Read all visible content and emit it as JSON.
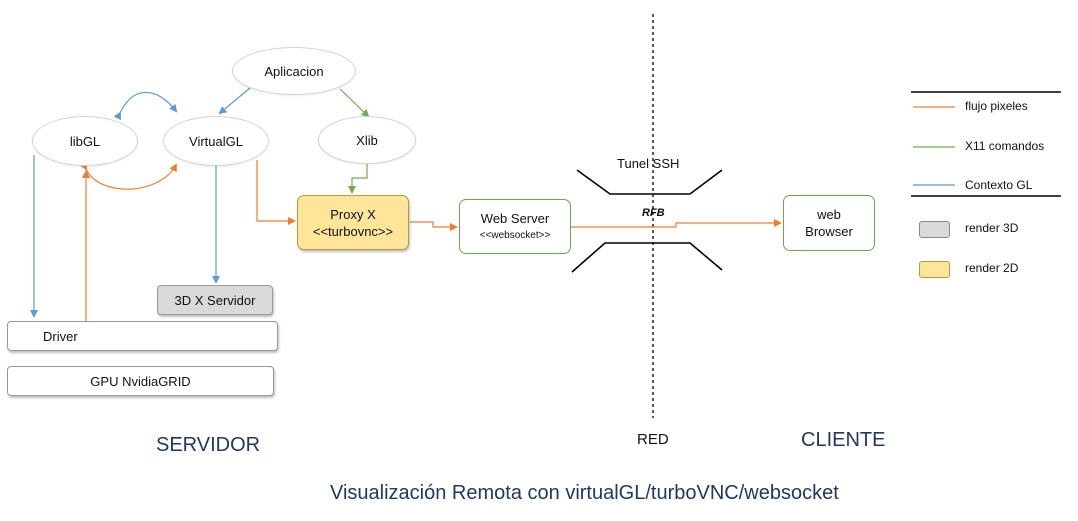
{
  "colors": {
    "pixel_flow": "#ed7d31",
    "x11_commands": "#70ad47",
    "gl_context": "#5b9bd5",
    "render_3d": "#d9d9d9",
    "render_2d": "#ffe599",
    "region_label": "#1f3864"
  },
  "nodes": {
    "aplicacion": "Aplicacion",
    "libgl": "libGL",
    "virtualgl": "VirtualGL",
    "xlib": "Xlib",
    "proxy_x": {
      "line1": "Proxy X",
      "line2": "<<turbovnc>>"
    },
    "web_server": {
      "line1": "Web Server",
      "line2": "<<websocket>>"
    },
    "x_servidor_3d": "3D X Servidor",
    "driver": "Driver",
    "gpu": "GPU NvidiaGRID",
    "web_browser": {
      "line1": "web",
      "line2": "Browser"
    }
  },
  "network": {
    "tunnel_label": "Tunel SSH",
    "protocol_label": "RFB"
  },
  "regions": {
    "server": "SERVIDOR",
    "network": "RED",
    "client": "CLIENTE"
  },
  "legend": {
    "pixel_flow": "flujo pixeles",
    "x11_commands": "X11 comandos",
    "gl_context": "Contexto GL",
    "render_3d": "render 3D",
    "render_2d": "render 2D"
  },
  "caption": "Visualización Remota con virtualGL/turboVNC/websocket"
}
